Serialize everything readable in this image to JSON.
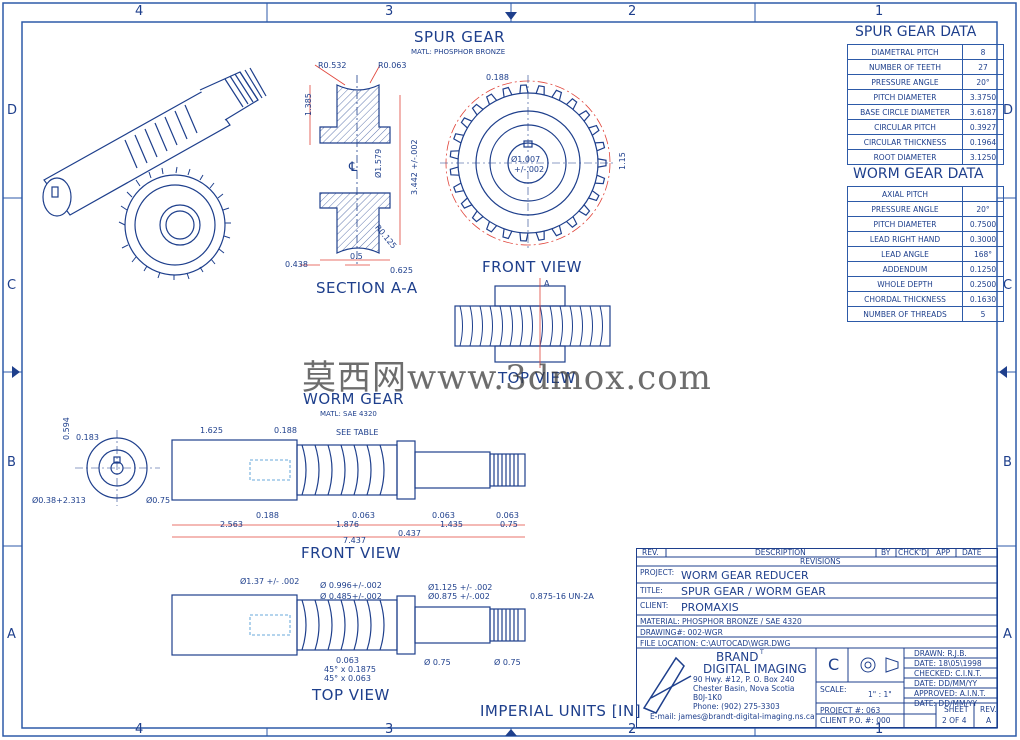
{
  "zones": {
    "top": [
      "4",
      "3",
      "2",
      "1"
    ],
    "side": [
      "D",
      "C",
      "B",
      "A"
    ]
  },
  "spur_section": {
    "title": "SPUR GEAR",
    "material": "MATL: PHOSPHOR BRONZE",
    "dims": [
      "R0.532",
      "R0.063",
      "1.385",
      "Ø1.579",
      "3.442 +/-.002",
      "R0.125",
      "0.438",
      "0.5",
      "0.625"
    ],
    "centerline": "℄",
    "view_title": "SECTION A-A"
  },
  "spur_front": {
    "dims": [
      "0.188",
      "Ø1.007",
      "+/-.002",
      "1.15"
    ],
    "view_title": "FRONT VIEW",
    "top_view_title": "TOP VIEW",
    "section_mark": "A"
  },
  "worm_gear": {
    "title": "WORM GEAR",
    "material": "MATL: SAE 4320",
    "side_dims": [
      "0.594",
      "0.183",
      "Ø0.38+2.313",
      "Ø0.75"
    ],
    "front_dims": [
      "1.625",
      "0.188",
      "SEE TABLE",
      "0.188",
      "0.063",
      "0.063",
      "0.063",
      "2.563",
      "1.876",
      "1.435",
      "0.75",
      "0.437",
      "7.437"
    ],
    "front_title": "FRONT VIEW",
    "top_dims": [
      "Ø1.37 +/- .002",
      "Ø 0.996+/-.002",
      "Ø 0.485+/-.002",
      "Ø1.125 +/- .002",
      "Ø0.875 +/-.002",
      "0.875-16 UN-2A",
      "0.063",
      "45° x 0.1875",
      "45° x 0.063",
      "Ø 0.75",
      "Ø 0.75"
    ],
    "top_title": "TOP VIEW"
  },
  "spur_data": {
    "title": "SPUR GEAR DATA",
    "rows": [
      [
        "DIAMETRAL PITCH",
        "8"
      ],
      [
        "NUMBER OF TEETH",
        "27"
      ],
      [
        "PRESSURE ANGLE",
        "20°"
      ],
      [
        "PITCH DIAMETER",
        "3.3750"
      ],
      [
        "BASE CIRCLE DIAMETER",
        "3.6187"
      ],
      [
        "CIRCULAR PITCH",
        "0.3927"
      ],
      [
        "CIRCULAR THICKNESS",
        "0.1964"
      ],
      [
        "ROOT DIAMETER",
        "3.1250"
      ]
    ]
  },
  "worm_data": {
    "title": "WORM GEAR DATA",
    "rows": [
      [
        "AXIAL PITCH",
        ""
      ],
      [
        "PRESSURE ANGLE",
        "20°"
      ],
      [
        "PITCH DIAMETER",
        "0.7500"
      ],
      [
        "LEAD RIGHT HAND",
        "0.3000"
      ],
      [
        "LEAD ANGLE",
        "168°"
      ],
      [
        "ADDENDUM",
        "0.1250"
      ],
      [
        "WHOLE DEPTH",
        "0.2500"
      ],
      [
        "CHORDAL THICKNESS",
        "0.1630"
      ],
      [
        "NUMBER OF THREADS",
        "5"
      ]
    ]
  },
  "revisions": {
    "cols": [
      "REV.",
      "DESCRIPTION",
      "BY",
      "CHCK'D",
      "APP",
      "DATE"
    ],
    "title": "REVISIONS"
  },
  "titleblock": {
    "project_label": "PROJECT:",
    "project": "WORM GEAR REDUCER",
    "title_label": "TITLE:",
    "title": "SPUR GEAR / WORM GEAR",
    "client_label": "CLIENT:",
    "client": "PROMAXIS",
    "material": "MATERIAL: PHOSPHOR BRONZE / SAE 4320",
    "drawing": "DRAWING#: 002-WGR",
    "file": "FILE LOCATION: C:\\AUTOCAD\\WGR.DWG",
    "company1": "BRAND",
    "company_sup": "T",
    "company2": "DIGITAL IMAGING",
    "addr1": "90 Hwy. #12, P. O. Box 240",
    "addr2": "Chester Basin, Nova Scotia",
    "addr3": "B0J-1K0",
    "phone": "Phone: (902) 275-3303",
    "email": "E-mail: james@brandt-digital-imaging.ns.ca",
    "size": "C",
    "scale_label": "SCALE:",
    "scale": "1\" : 1\"",
    "drawn": "DRAWN:     R.J.B.",
    "date1": "DATE: 18\\05\\1998",
    "checked": "CHECKED:   C.I.N.T.",
    "date2": "DATE: DD/MM/YY",
    "approved": "APPROVED: A.I.N.T.",
    "date3": "DATE: DD/MM/YY",
    "project_no": "PROJECT #: 063",
    "client_po": "CLIENT P.O. #: 000",
    "sheet_label": "SHEET",
    "sheet": "2 OF 4",
    "rev_label": "REV.",
    "rev": "A"
  },
  "units": "IMPERIAL UNITS [IN]",
  "watermark": "莫西网www.3dmox.com"
}
